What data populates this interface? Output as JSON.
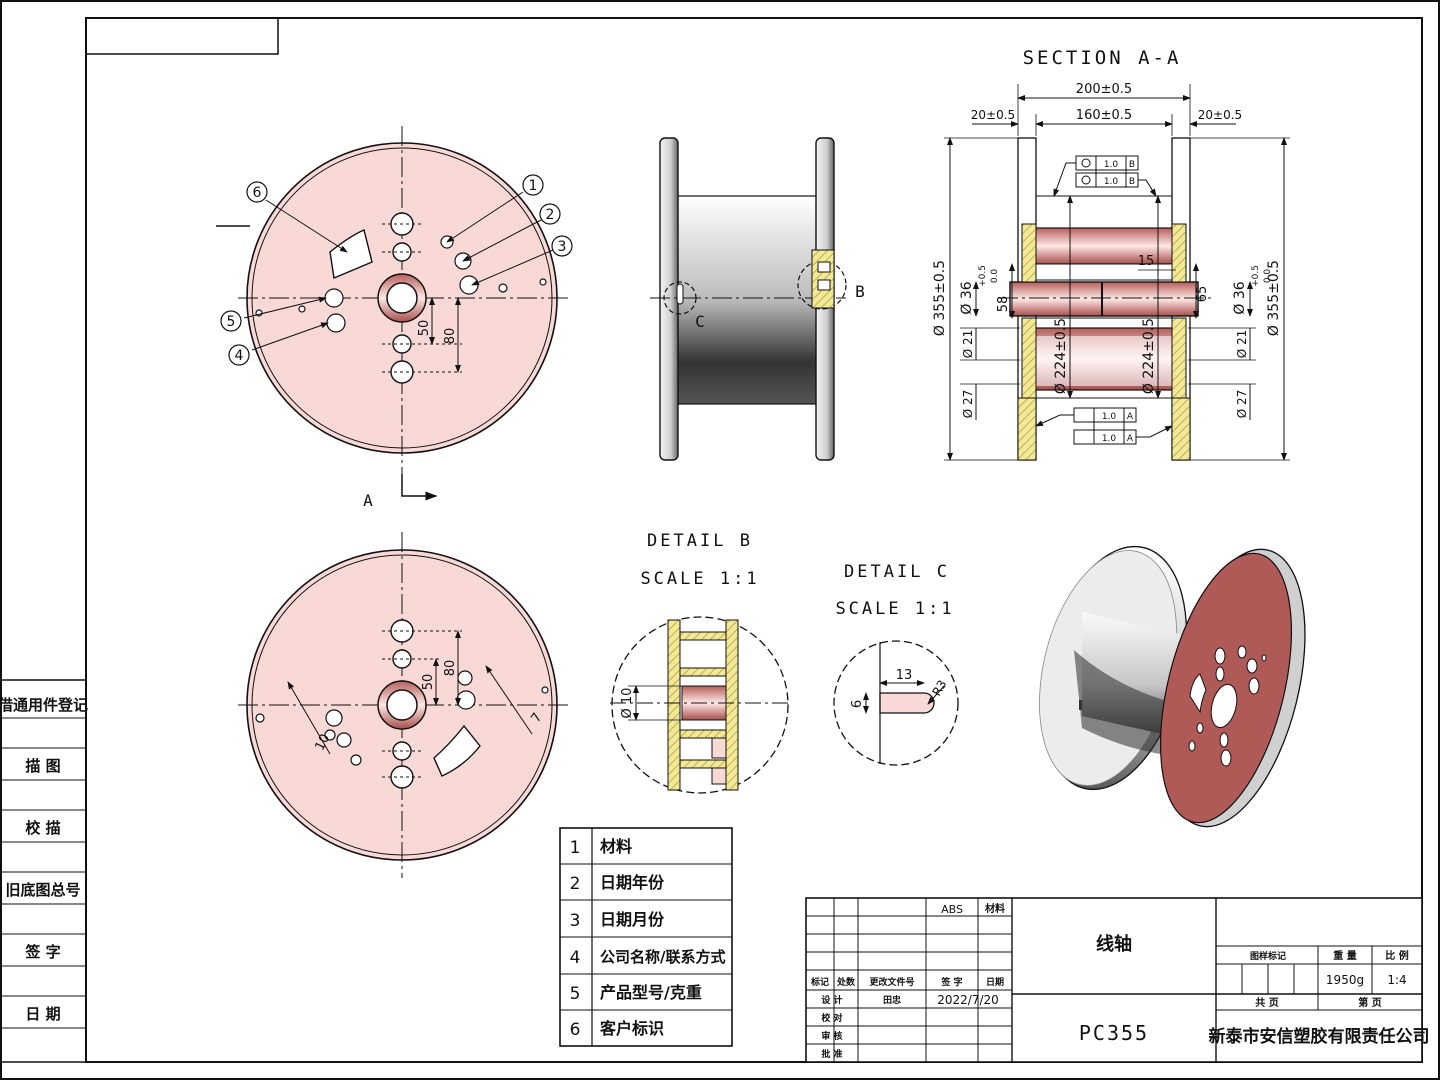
{
  "sheet": {
    "section_title": "SECTION A-A",
    "detail_b_title": "DETAIL B",
    "detail_b_scale": "SCALE 1:1",
    "detail_c_title": "DETAIL C",
    "detail_c_scale": "SCALE 1:1",
    "view_label_a": "A",
    "view_label_b": "B",
    "view_label_c": "C"
  },
  "balloons": [
    "1",
    "2",
    "3",
    "4",
    "5",
    "6"
  ],
  "front_dims": {
    "d50": "50",
    "d80": "80"
  },
  "back_dims": {
    "d80": "80",
    "d50": "50",
    "d10": "10",
    "d7": "7"
  },
  "section_dims": {
    "w200": "200±0.5",
    "w160": "160±0.5",
    "w20_left": "20±0.5",
    "w20_right": "20±0.5",
    "d355_left": "Ø 355±0.5",
    "d355_right": "Ø 355±0.5",
    "d36_left": "Ø 36",
    "d36_right": "Ø 36",
    "tol_up": "+0.5",
    "tol_down": "0.0",
    "d58": "58",
    "d65": "65",
    "d15": "15",
    "d224_left": "Ø 224±0.5",
    "d224_right": "Ø 224±0.5",
    "d21_left": "Ø 21",
    "d21_right": "Ø 21",
    "d27_left": "Ø 27",
    "d27_right": "Ø 27",
    "fcf_top": [
      "1.0",
      "B"
    ],
    "fcf_bottom": [
      "1.0",
      "A"
    ]
  },
  "detail_b_dims": {
    "d10": "Ø 10"
  },
  "detail_c_dims": {
    "d13": "13",
    "d6": "6",
    "r3": "R3"
  },
  "left_strip": [
    "借通用件登记",
    "描 图",
    "校 描",
    "旧底图总号",
    "签 字",
    "日 期"
  ],
  "legend": [
    {
      "num": "1",
      "text": "材料"
    },
    {
      "num": "2",
      "text": "日期年份"
    },
    {
      "num": "3",
      "text": "日期月份"
    },
    {
      "num": "4",
      "text": "公司名称/联系方式"
    },
    {
      "num": "5",
      "text": "产品型号/克重"
    },
    {
      "num": "6",
      "text": "客户标识"
    }
  ],
  "title_block": {
    "material": "ABS",
    "material_label": "材料",
    "part_name": "线轴",
    "drawing_no": "PC355",
    "company": "新泰市安信塑胶有限责任公司",
    "mark_label": "标记",
    "count_label": "处数",
    "change_doc_label": "更改文件号",
    "sign_label": "签 字",
    "date_label": "日期",
    "design_label": "设 计",
    "designer": "田忠",
    "design_date": "2022/7/20",
    "check_label": "校 对",
    "review_label": "审 核",
    "approve_label": "批 准",
    "stage_label": "图样标记",
    "weight_label": "重 量",
    "scale_label": "比 例",
    "weight": "1950g",
    "scale": "1:4",
    "total_label": "共 页",
    "page_label": "第 页"
  },
  "colors": {
    "face_fill": "#f9d9d6",
    "iso_face": "#b05a58",
    "hatch": "#e8d86a",
    "line": "#111111"
  }
}
